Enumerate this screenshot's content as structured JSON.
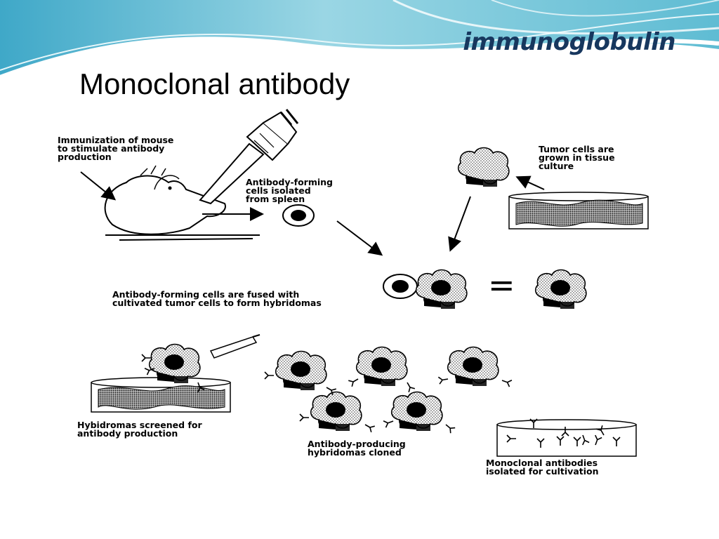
{
  "slide": {
    "subject": "immunoglobulin",
    "title": "Monoclonal antibody"
  },
  "diagram": {
    "labels": {
      "immunization": "Immunization of mouse\nto stimulate antibody\nproduction",
      "antibody_forming": "Antibody-forming\ncells  isolated\nfrom spleen",
      "tumor_cells": "Tumor cells are\ngrown in tissue\nculture",
      "fused": "Antibody-forming cells are fused with\ncultivated tumor cells to form hybridomas",
      "screened": "Hybidromas screened for\n antibody  production",
      "cloned": "Antibody-producing\nhybridomas cloned",
      "isolated": "Monoclonal antibodies\nisolated for cultivation"
    },
    "equals_sign": "="
  },
  "colors": {
    "header_light": "#bfe6ee",
    "header_mid": "#7cc8da",
    "header_dark": "#2f8fb0",
    "subject_text": "#17375e"
  }
}
